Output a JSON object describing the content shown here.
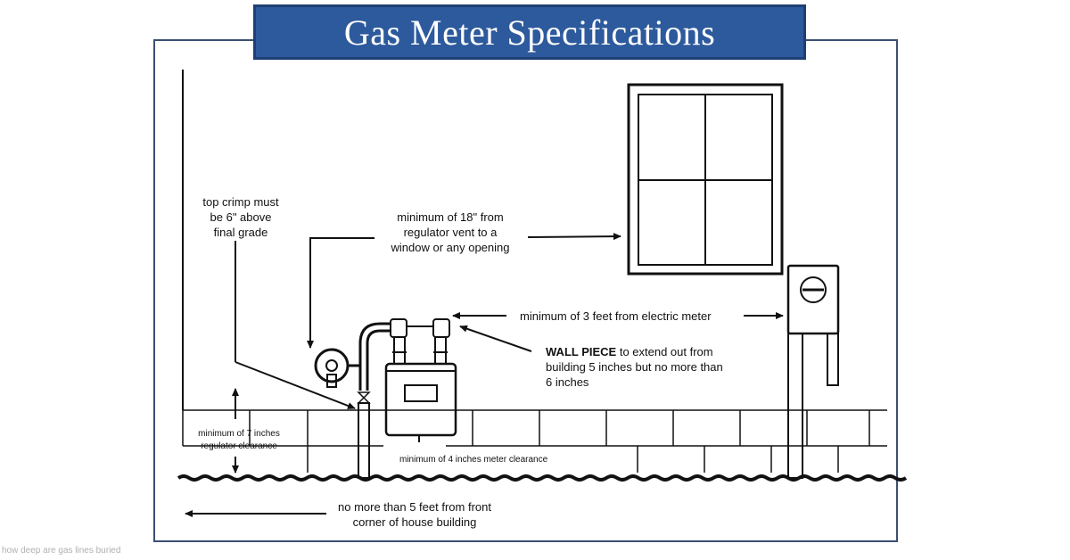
{
  "title": "Gas Meter Specifications",
  "labels": {
    "top_crimp": [
      "top crimp must",
      "be 6\" above",
      "final grade"
    ],
    "window_clearance": [
      "minimum of 18\" from",
      "regulator vent to a",
      "window or any opening"
    ],
    "electric_meter": "minimum of 3 feet from electric meter",
    "wall_piece_bold": "WALL PIECE",
    "wall_piece_rest": [
      " to extend out from",
      "building 5 inches but no more than",
      "6 inches"
    ],
    "regulator_clearance": [
      "minimum of 7 inches",
      "regulator clearance"
    ],
    "meter_clearance": "minimum of  4 inches meter clearance",
    "front_corner": [
      "no more than 5 feet from front",
      "corner of house building"
    ]
  },
  "watermark": "how deep are gas lines buried",
  "colors": {
    "banner": "#2d5a9c",
    "frame": "#3b4f72",
    "ink": "#111111"
  }
}
